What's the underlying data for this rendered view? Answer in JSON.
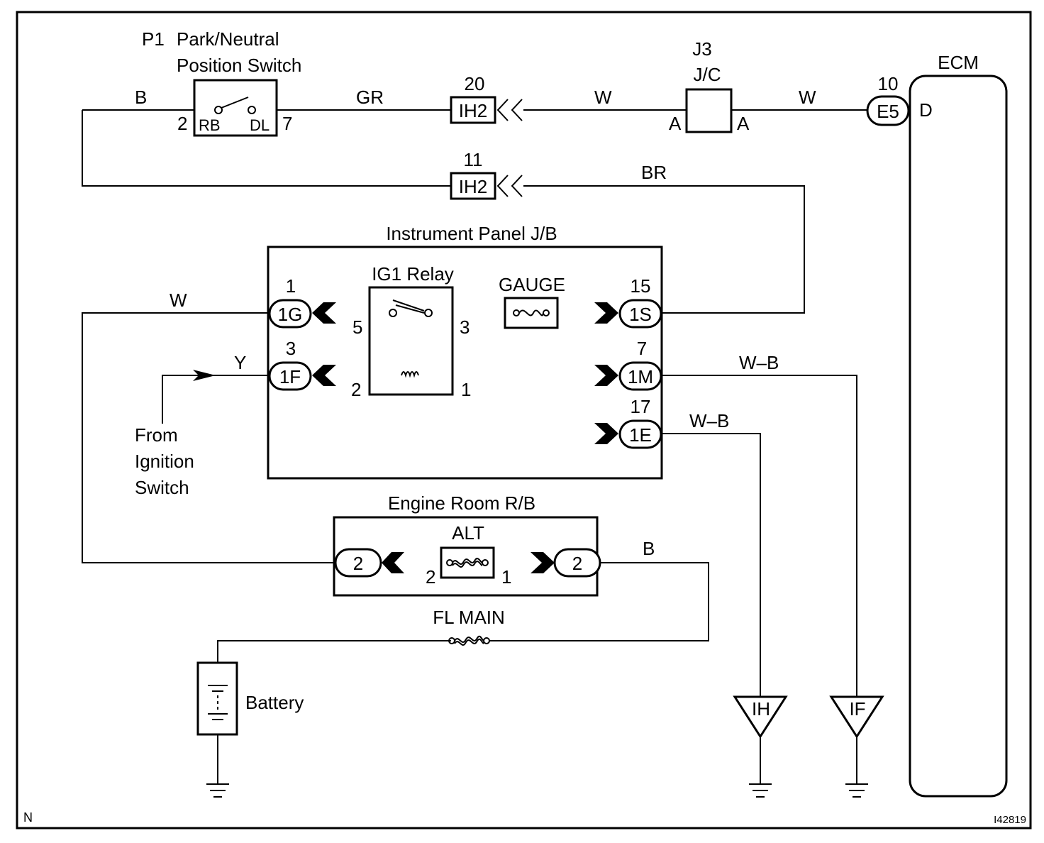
{
  "frame": {
    "corner_left": "N",
    "corner_right": "I42819"
  },
  "components": {
    "pnp_switch": {
      "id": "P1",
      "name_line1": "Park/Neutral",
      "name_line2": "Position Switch",
      "pin_left": "2",
      "pin_right": "7",
      "term_left": "RB",
      "term_right": "DL"
    },
    "jc": {
      "id": "J3",
      "name": "J/C",
      "pin_left": "A",
      "pin_right": "A"
    },
    "ecm": {
      "name": "ECM",
      "pin": "D"
    },
    "ip_jb": {
      "name": "Instrument Panel J/B"
    },
    "ig1_relay": {
      "name": "IG1 Relay",
      "pins": [
        "5",
        "3",
        "2",
        "1"
      ]
    },
    "gauge_fuse": {
      "name": "GAUGE"
    },
    "engine_rb": {
      "name": "Engine Room R/B"
    },
    "alt_fuse": {
      "name": "ALT",
      "pin_left": "2",
      "pin_right": "1"
    },
    "fl_main": {
      "name": "FL MAIN"
    },
    "battery": {
      "name": "Battery"
    },
    "ignition_source": {
      "line1": "From",
      "line2": "Ignition",
      "line3": "Switch"
    }
  },
  "connectors": [
    {
      "code": "IH2",
      "pin": "20"
    },
    {
      "code": "IH2",
      "pin": "11"
    },
    {
      "code": "E5",
      "pin": "10"
    },
    {
      "code": "1G",
      "pin": "1"
    },
    {
      "code": "1F",
      "pin": "3"
    },
    {
      "code": "1S",
      "pin": "15"
    },
    {
      "code": "1M",
      "pin": "7"
    },
    {
      "code": "1E",
      "pin": "17"
    },
    {
      "code": "2",
      "pin": ""
    },
    {
      "code": "2",
      "pin": ""
    }
  ],
  "wires": {
    "b_top": "B",
    "gr": "GR",
    "w_ih2_jc": "W",
    "w_jc_ecm": "W",
    "br": "BR",
    "w_left": "W",
    "y": "Y",
    "wb_1m": "W–B",
    "wb_1e": "W–B",
    "b_alt": "B"
  },
  "grounds": [
    "IH",
    "IF"
  ]
}
